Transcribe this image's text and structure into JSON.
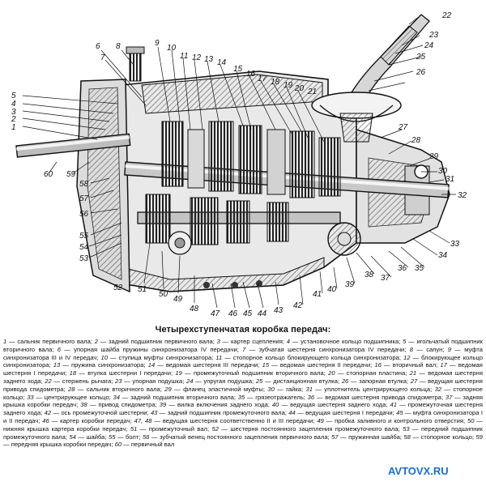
{
  "title": "Четырехступенчатая коробка передач:",
  "callouts": [
    "1",
    "2",
    "3",
    "4",
    "5",
    "6",
    "7",
    "8",
    "9",
    "10",
    "11",
    "12",
    "13",
    "14",
    "15",
    "16",
    "17",
    "18",
    "19",
    "20",
    "21",
    "22",
    "23",
    "24",
    "25",
    "26",
    "27",
    "28",
    "29",
    "30",
    "31",
    "32",
    "33",
    "34",
    "35",
    "36",
    "37",
    "38",
    "39",
    "40",
    "41",
    "42",
    "43",
    "44",
    "45",
    "46",
    "47",
    "48",
    "49",
    "50",
    "51",
    "52",
    "53",
    "54",
    "55",
    "56",
    "57",
    "58",
    "59",
    "60"
  ],
  "legend": [
    {
      "num": "1",
      "text": "сальник первичного вала"
    },
    {
      "num": "2",
      "text": "задний подшипник первичного вала"
    },
    {
      "num": "3",
      "text": "картер сцепления"
    },
    {
      "num": "4",
      "text": "установочное кольцо подшипника"
    },
    {
      "num": "5",
      "text": "игольчатый подшипник вторичного вала"
    },
    {
      "num": "6",
      "text": "упорная шайба пружины синхронизатора IV передачи"
    },
    {
      "num": "7",
      "text": "зубчатая шестерня синхронизатора IV передачи"
    },
    {
      "num": "8",
      "text": "сапун"
    },
    {
      "num": "9",
      "text": "муфта синхронизатора III и IV передач"
    },
    {
      "num": "10",
      "text": "ступица муфты синхронизатора"
    },
    {
      "num": "11",
      "text": "стопорное кольцо блокирующего кольца синхронизатора"
    },
    {
      "num": "12",
      "text": "блокирующее кольцо синхронизатора"
    },
    {
      "num": "13",
      "text": "пружина синхронизатора"
    },
    {
      "num": "14",
      "text": "ведомая шестерня III передачи"
    },
    {
      "num": "15",
      "text": "ведомая шестерня II передачи"
    },
    {
      "num": "16",
      "text": "вторичный вал"
    },
    {
      "num": "17",
      "text": "ведомая шестерня I передачи"
    },
    {
      "num": "18",
      "text": "втулка шестерни I передачи"
    },
    {
      "num": "19",
      "text": "промежуточный подшипник вторичного вала"
    },
    {
      "num": "20",
      "text": "стопорная пластина"
    },
    {
      "num": "21",
      "text": "ведомая шестерня заднего хода"
    },
    {
      "num": "22",
      "text": "стержень рычага"
    },
    {
      "num": "23",
      "text": "упорная подушка"
    },
    {
      "num": "24",
      "text": "упругая подушка"
    },
    {
      "num": "25",
      "text": "дистанционная втулка"
    },
    {
      "num": "26",
      "text": "запорная втулка"
    },
    {
      "num": "27",
      "text": "ведущая шестерня привода спидометра"
    },
    {
      "num": "28",
      "text": "сальник вторичного вала"
    },
    {
      "num": "29",
      "text": "фланец эластичной муфты"
    },
    {
      "num": "30",
      "text": "гайка"
    },
    {
      "num": "31",
      "text": "уплотнитель центрирующего кольца"
    },
    {
      "num": "32",
      "text": "стопорное кольцо"
    },
    {
      "num": "33",
      "text": "центрирующее кольцо"
    },
    {
      "num": "34",
      "text": "задний подшипник вторичного вала"
    },
    {
      "num": "35",
      "text": "грязеотражатель"
    },
    {
      "num": "36",
      "text": "ведомая шестерня привода спидометра"
    },
    {
      "num": "37",
      "text": "задняя крышка коробки передач"
    },
    {
      "num": "38",
      "text": "привод спидометра"
    },
    {
      "num": "39",
      "text": "вилка включения заднего хода"
    },
    {
      "num": "40",
      "text": "ведущая шестерня заднего хода"
    },
    {
      "num": "41",
      "text": "промежуточная шестерня заднего хода"
    },
    {
      "num": "42",
      "text": "ось промежуточной шестерни"
    },
    {
      "num": "43",
      "text": "задний подшипник промежуточного вала"
    },
    {
      "num": "44",
      "text": "ведущая шестерня I передачи"
    },
    {
      "num": "45",
      "text": "муфта синхронизатора I и II передач"
    },
    {
      "num": "46",
      "text": "картер коробки передач"
    },
    {
      "num": "47, 48",
      "text": "ведущая шестерня соответственно II и III передачи"
    },
    {
      "num": "49",
      "text": "пробка заливного и контрольного отверстия"
    },
    {
      "num": "50",
      "text": "нижняя крышка картера коробки передач"
    },
    {
      "num": "51",
      "text": "промежуточный вал"
    },
    {
      "num": "52",
      "text": "шестерня постоянного зацепления промежуточного вала"
    },
    {
      "num": "53",
      "text": "передний подшипник промежуточного вала"
    },
    {
      "num": "54",
      "text": "шайба"
    },
    {
      "num": "55",
      "text": "болт"
    },
    {
      "num": "56",
      "text": "зубчатый венец постоянного зацепления первичного вала"
    },
    {
      "num": "57",
      "text": "пружинная шайба"
    },
    {
      "num": "58",
      "text": "стопорное кольцо"
    },
    {
      "num": "59",
      "text": "передняя крышка коробки передач"
    },
    {
      "num": "60",
      "text": "первичный вал"
    }
  ],
  "watermark": "AVTOVX.RU",
  "colors": {
    "ink": "#111111",
    "hatch": "#555555",
    "paper": "#ffffff",
    "watermark": "#1a6fd1"
  }
}
